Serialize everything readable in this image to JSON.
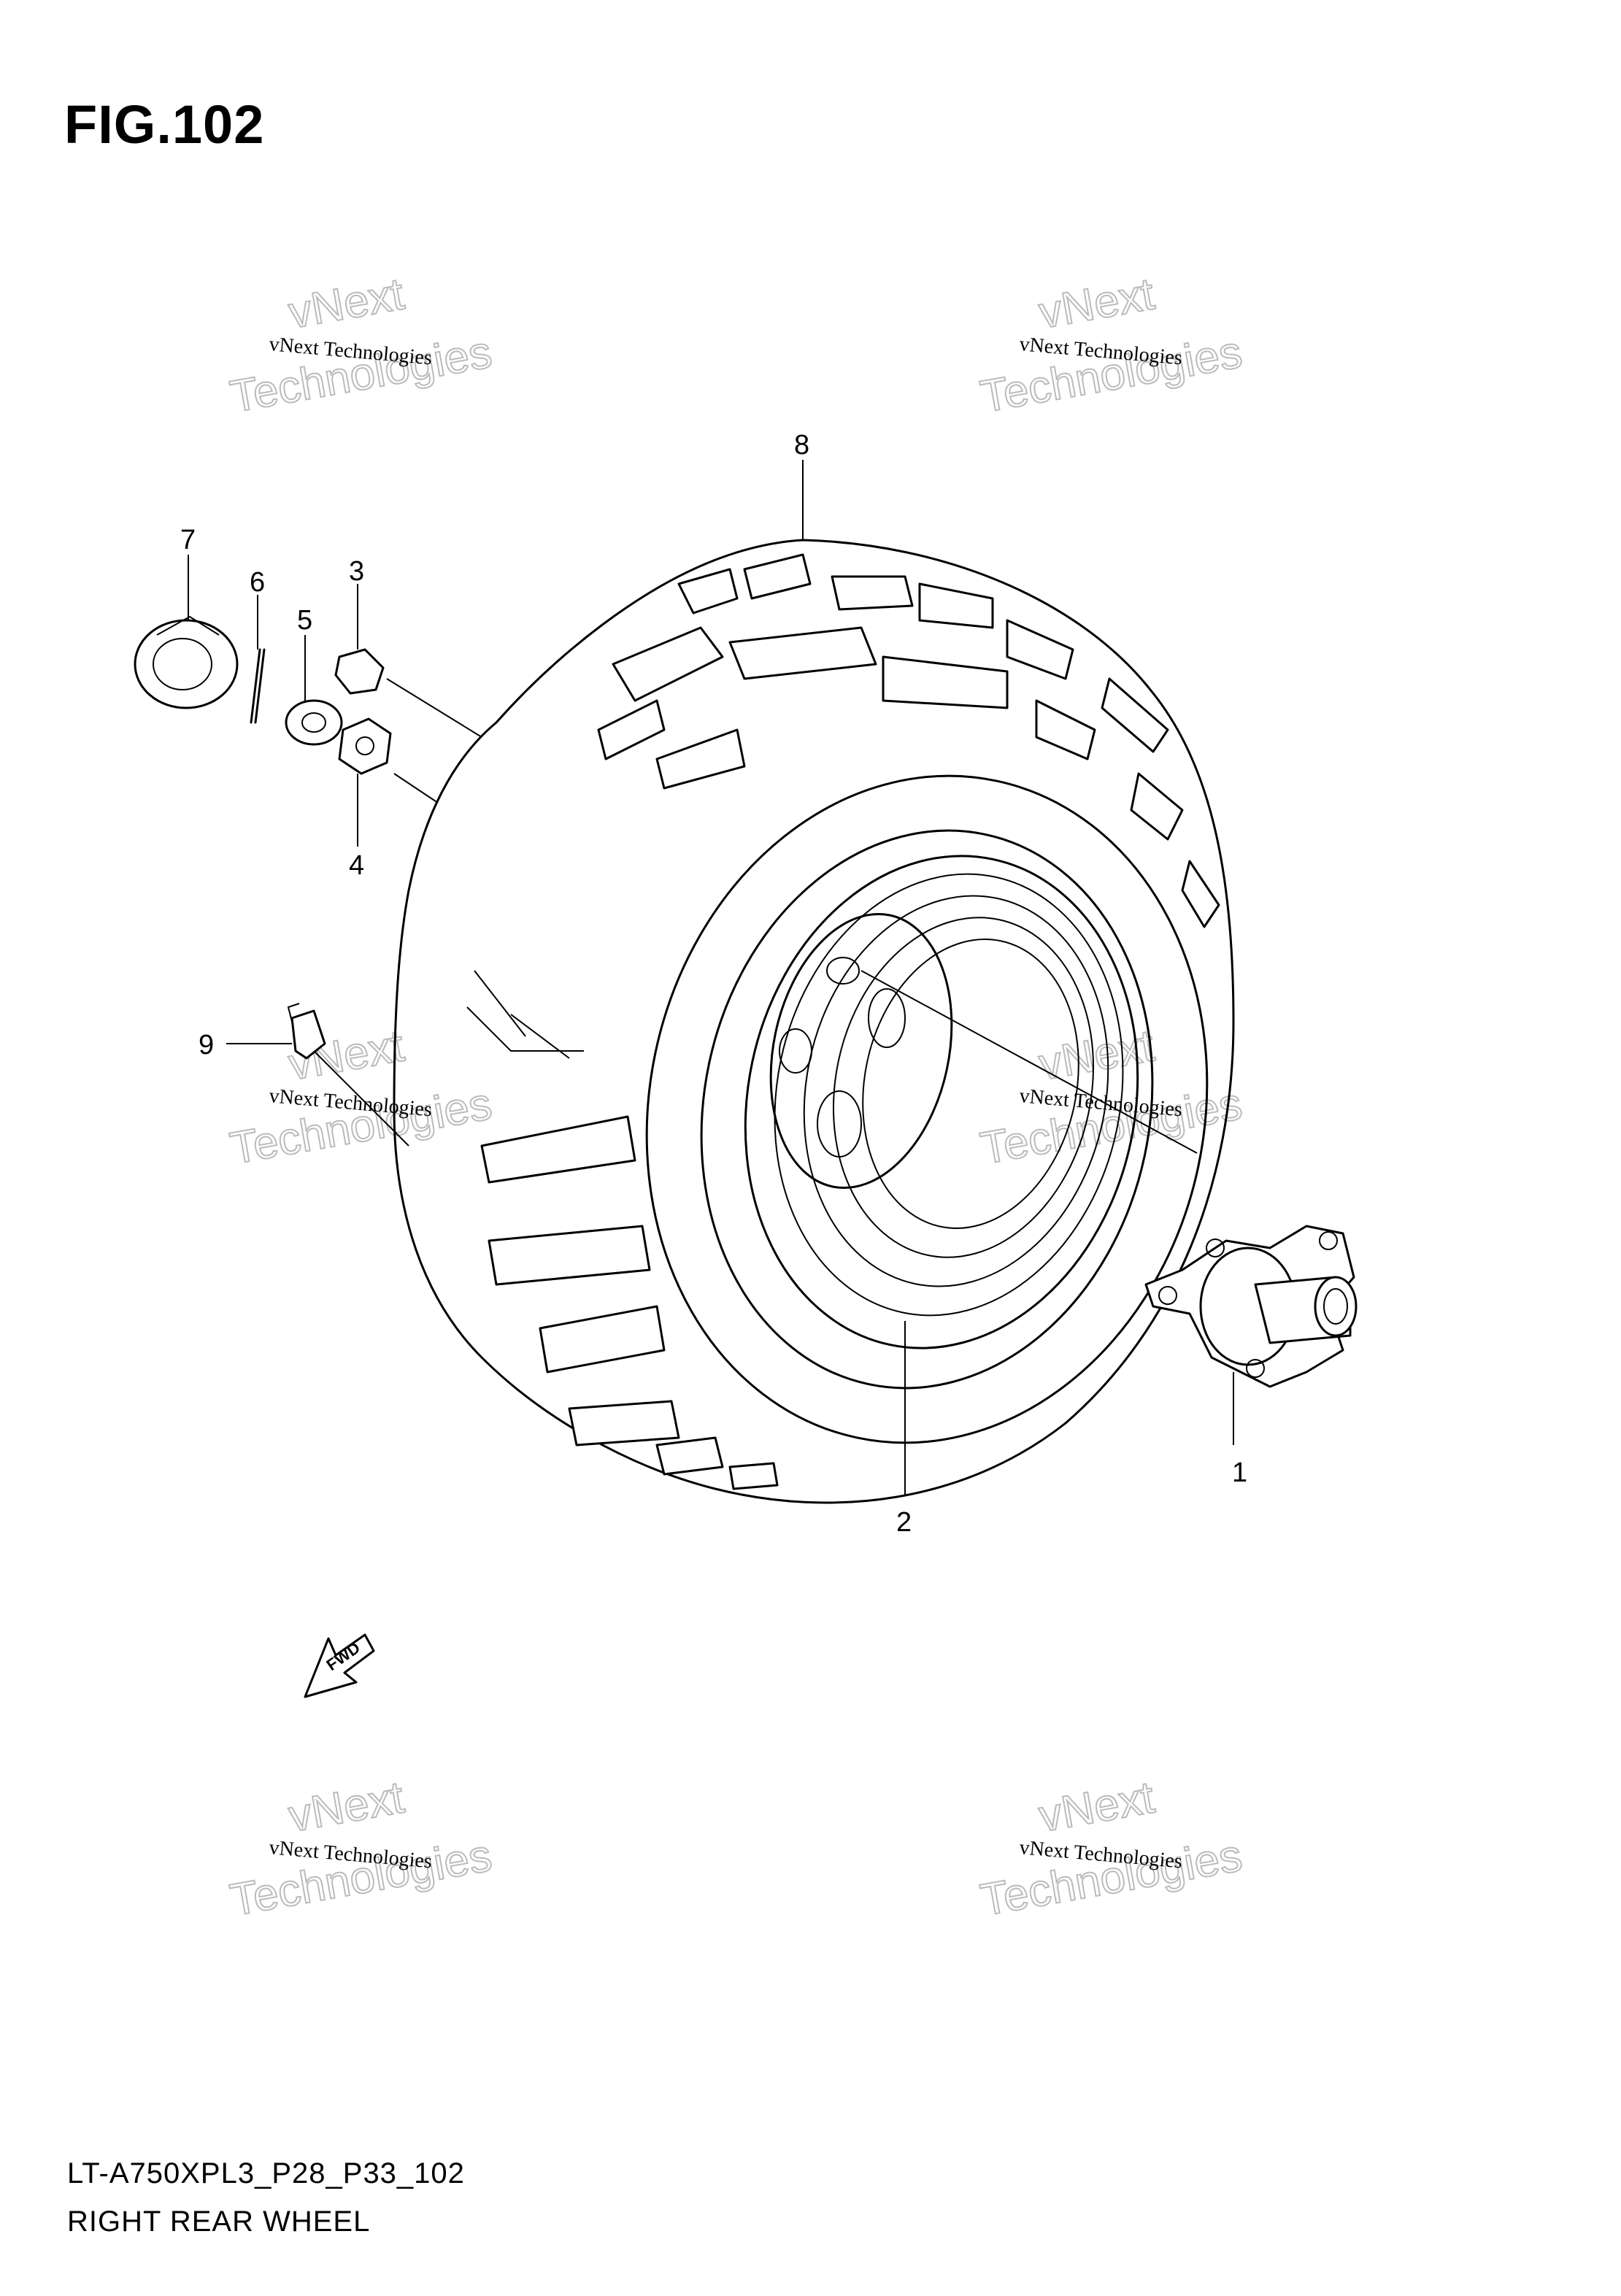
{
  "figure": {
    "title": "FIG.102"
  },
  "footer": {
    "code": "LT-A750XPL3_P28_P33_102",
    "name": "RIGHT REAR WHEEL"
  },
  "watermark": {
    "small": "vNext Technologies",
    "big_top": "vNext",
    "big_bottom": "Technologies"
  },
  "callouts": [
    {
      "id": "1",
      "label": "1"
    },
    {
      "id": "2",
      "label": "2"
    },
    {
      "id": "3",
      "label": "3"
    },
    {
      "id": "4",
      "label": "4"
    },
    {
      "id": "5",
      "label": "5"
    },
    {
      "id": "6",
      "label": "6"
    },
    {
      "id": "7",
      "label": "7"
    },
    {
      "id": "8",
      "label": "8"
    },
    {
      "id": "9",
      "label": "9"
    }
  ],
  "fwd_arrow": {
    "label": "FWD"
  }
}
